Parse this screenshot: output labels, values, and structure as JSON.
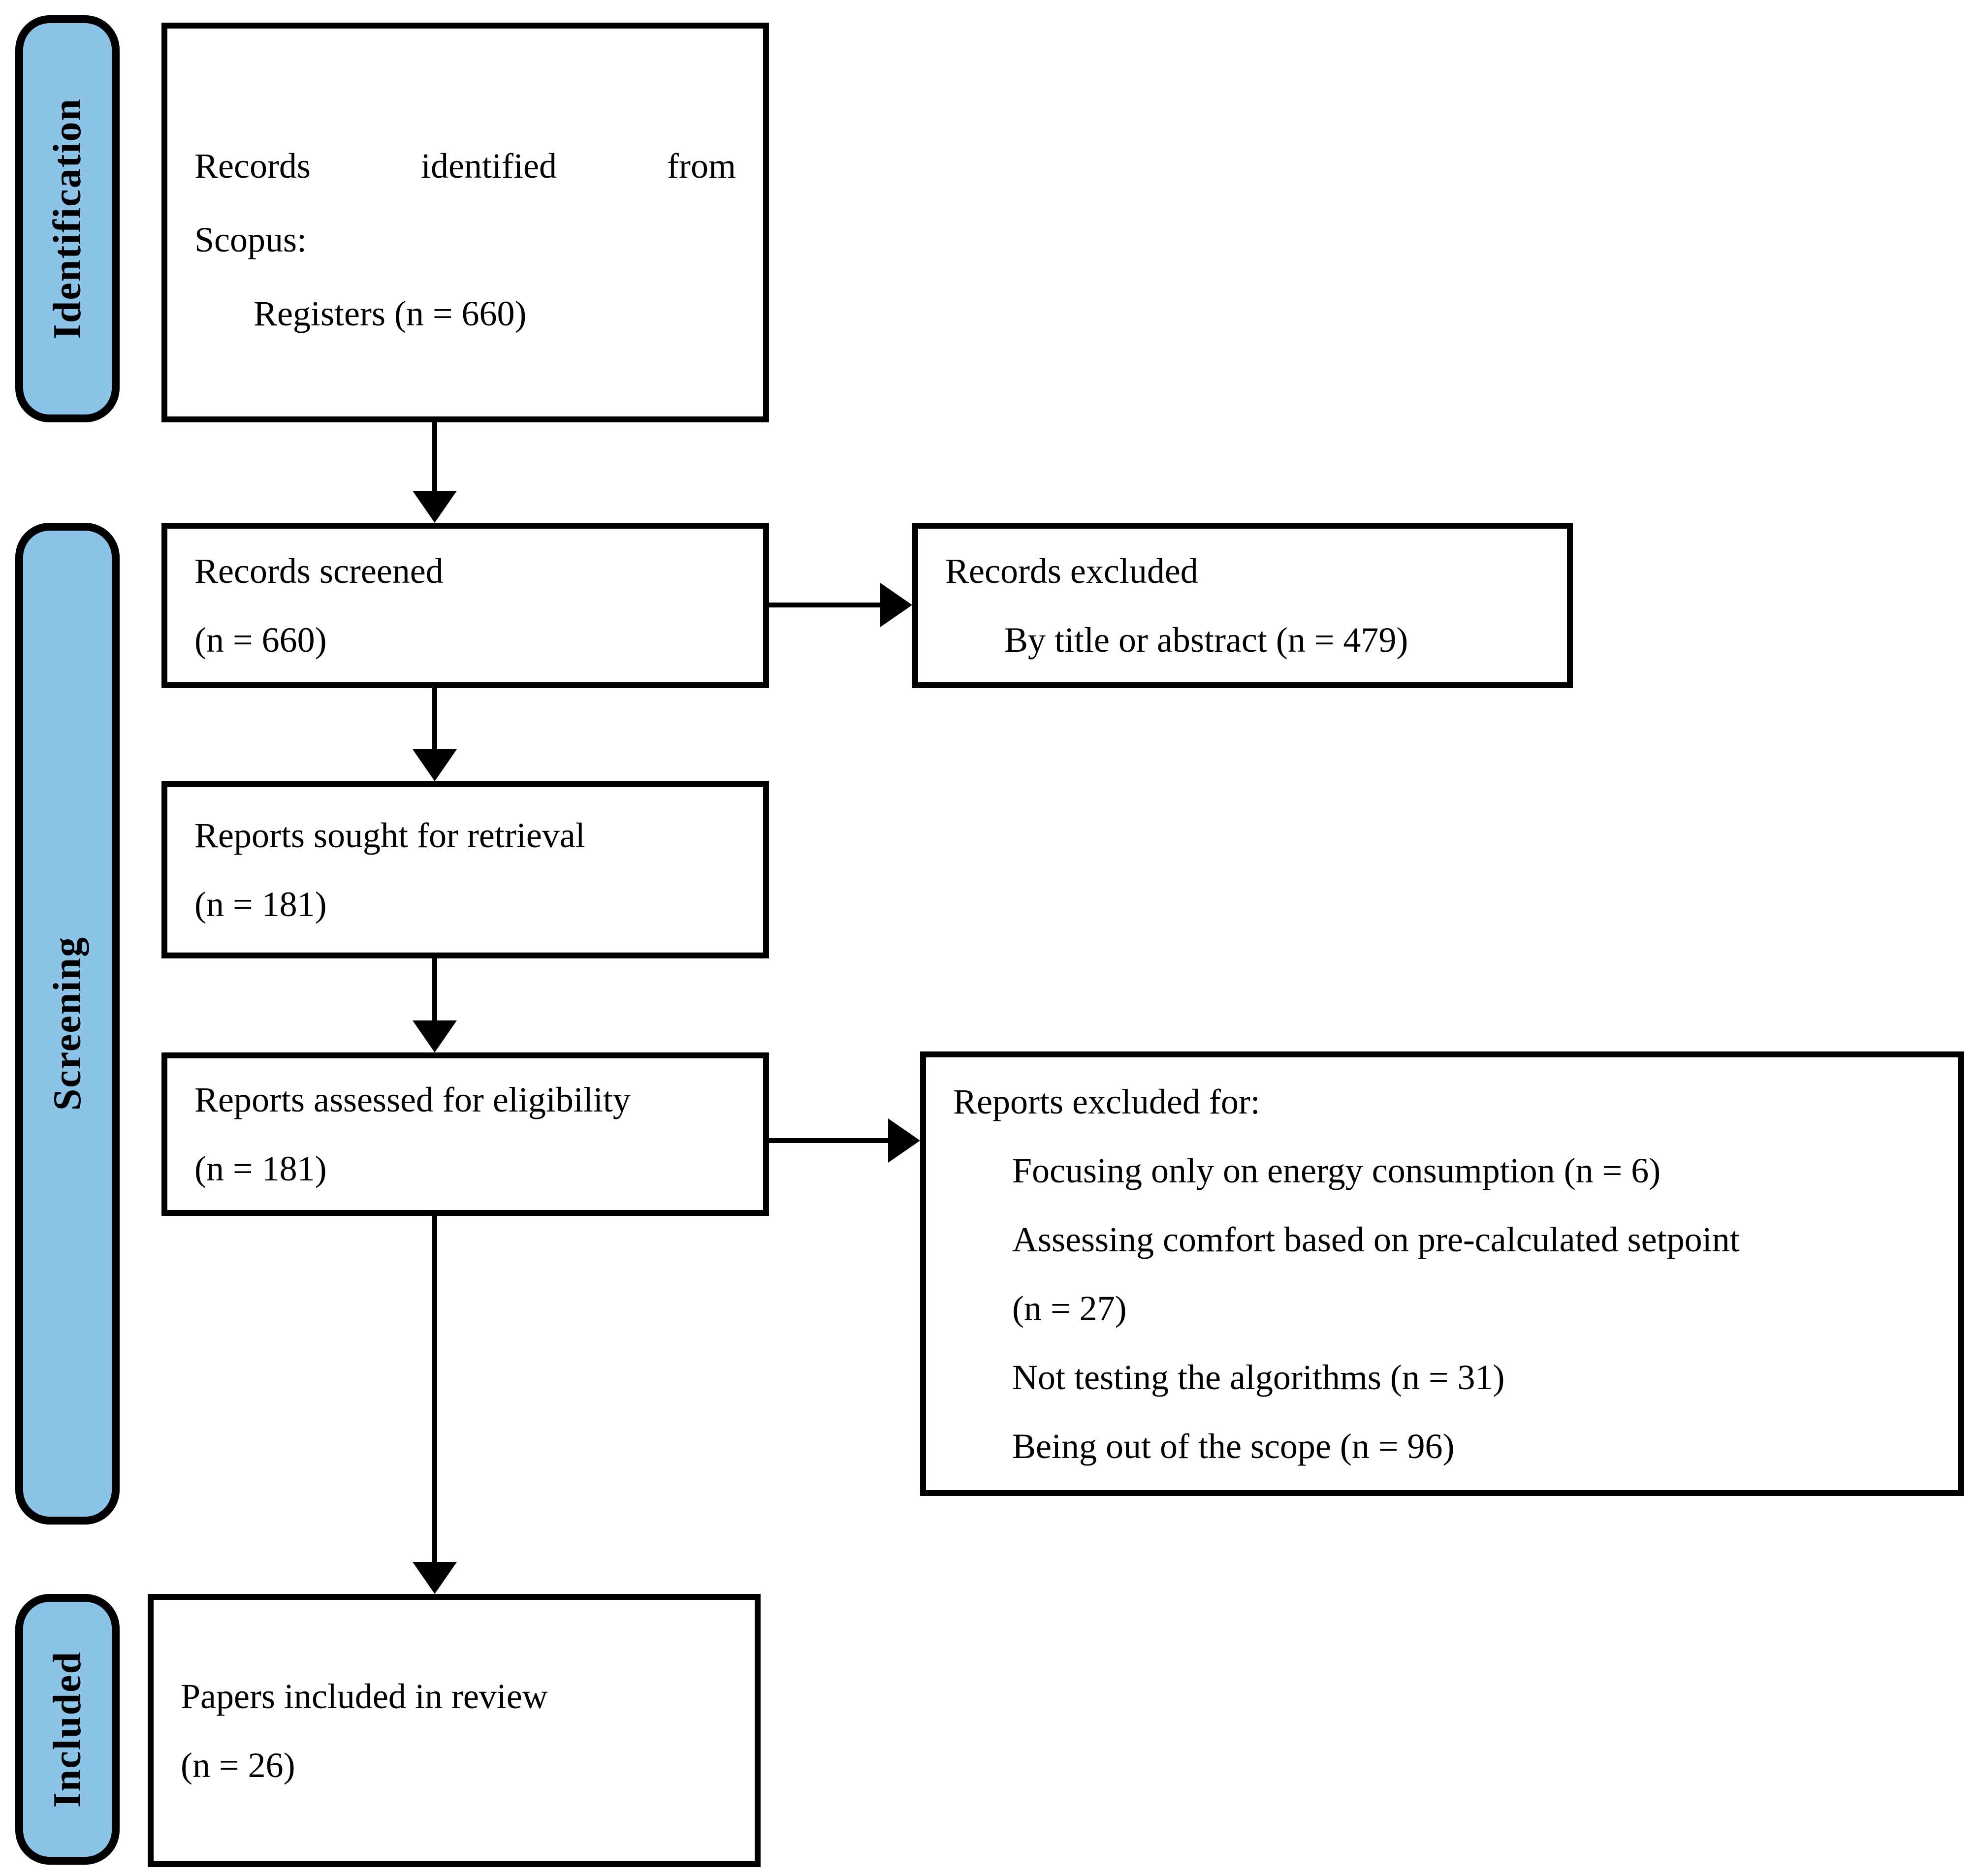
{
  "diagram": {
    "stages": [
      {
        "label": "Identification"
      },
      {
        "label": "Screening"
      },
      {
        "label": "Included"
      }
    ],
    "boxes": {
      "identified": {
        "line1": "Records identified from",
        "line2": "Scopus:",
        "line3": "Registers (n = 660)"
      },
      "screened": {
        "line1": "Records screened",
        "line2": "(n = 660)"
      },
      "records_excluded": {
        "line1": "Records excluded",
        "line2": "By title or abstract (n = 479)"
      },
      "sought": {
        "line1": "Reports sought for retrieval",
        "line2": "(n = 181)"
      },
      "assessed": {
        "line1": "Reports assessed for eligibility",
        "line2": "(n = 181)"
      },
      "reports_excluded": {
        "title": "Reports excluded for:",
        "items": [
          "Focusing only on energy consumption (n = 6)",
          "Assessing comfort based on pre-calculated setpoint",
          "(n = 27)",
          "Not testing the algorithms (n = 31)",
          "Being out of the scope (n = 96)"
        ]
      },
      "included": {
        "line1": "Papers included in review",
        "line2": "(n = 26)"
      }
    },
    "colors": {
      "stage_fill": "#8CC4E8",
      "line": "#000000",
      "text": "#000000",
      "background": "#FFFFFF"
    }
  }
}
